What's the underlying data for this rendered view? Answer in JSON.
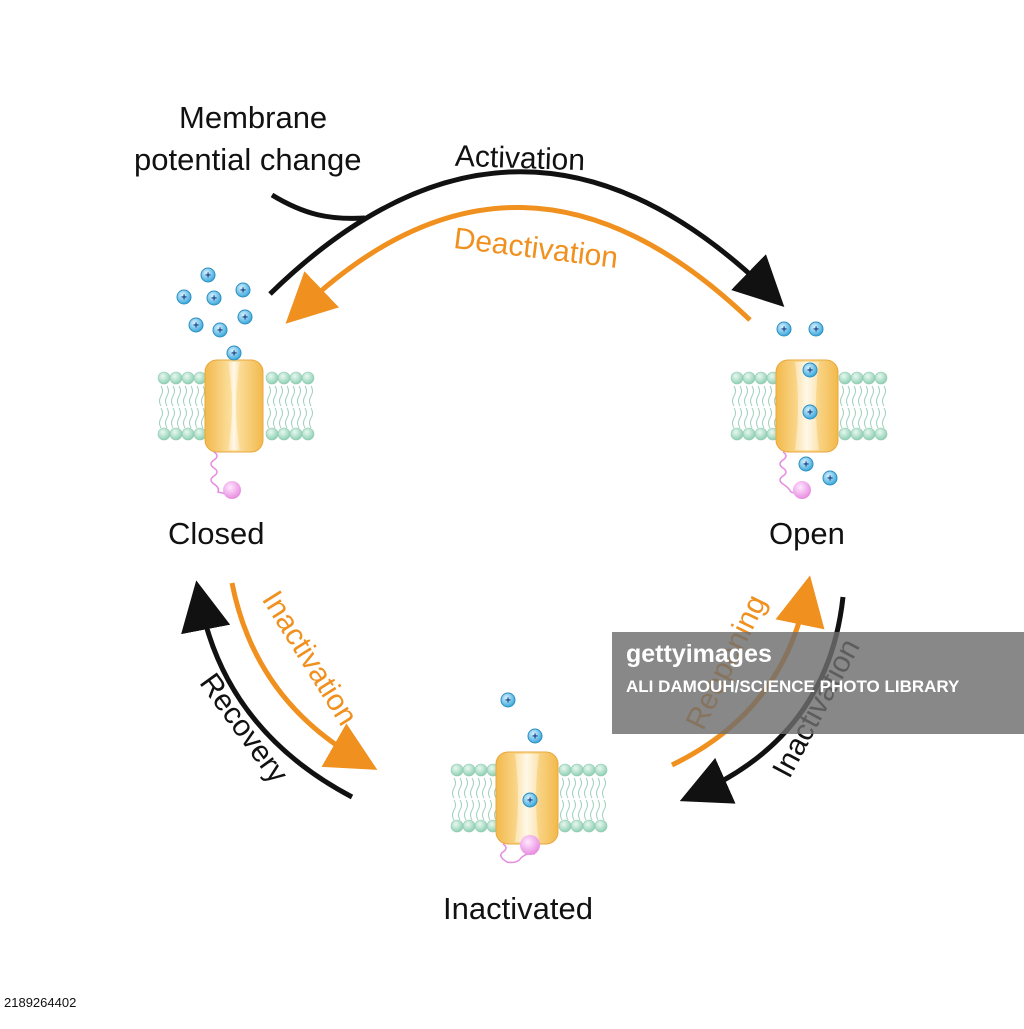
{
  "labels": {
    "membrane_line1": "Membrane",
    "membrane_line2": "potential change",
    "activation": "Activation",
    "deactivation": "Deactivation",
    "inactivation_left": "Inactivation",
    "recovery": "Recovery",
    "reopening": "Reopening",
    "inactivation_right": "Inactivation"
  },
  "states": {
    "closed": "Closed",
    "open": "Open",
    "inactivated": "Inactivated"
  },
  "ion_symbol": "+",
  "colors": {
    "black_arrow": "#111111",
    "orange_arrow": "#f0901f",
    "channel": "#f5c867",
    "lipid_head": "#a9dcc8",
    "ion": "#3bb0e0",
    "ball": "#f0a0e8"
  },
  "watermark": {
    "logo": "gettyimages",
    "credit": "ALI DAMOUH/SCIENCE PHOTO LIBRARY",
    "image_id": "2189264402"
  }
}
